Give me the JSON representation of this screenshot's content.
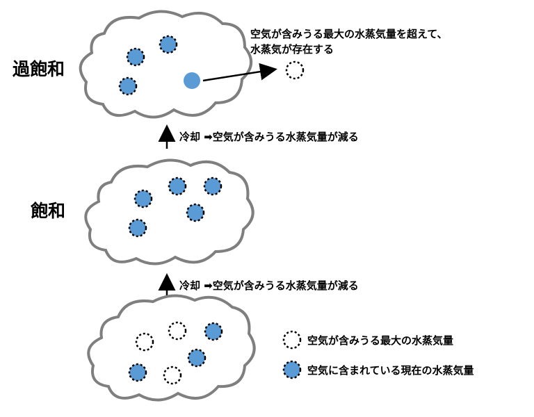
{
  "states": {
    "supersaturated": "過飽和",
    "saturated": "飽和"
  },
  "annotations": {
    "excess_line1": "空気が含みうる最大の水蒸気量を超えて、",
    "excess_line2": "水蒸気が存在する",
    "cooling_top": "冷却 ➡空気が含みうる水蒸気量が減る",
    "cooling_bottom": "冷却 ➡空気が含みうる水蒸気量が減る"
  },
  "legend": {
    "max_capacity": "空気が含みうる最大の水蒸気量",
    "current_amount": "空気に含まれている現在の水蒸気量"
  },
  "colors": {
    "vapor_fill": "#5b9bd5",
    "cloud_outline": "#7f7f7f",
    "dot_outline": "#000000"
  }
}
